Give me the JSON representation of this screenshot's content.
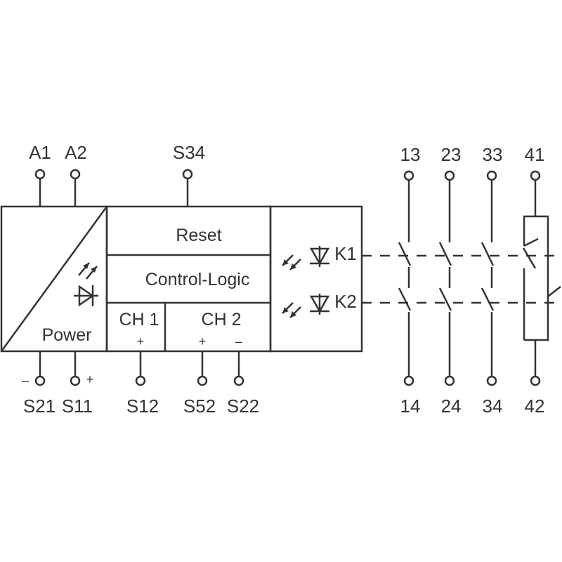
{
  "terminals": {
    "a1": "A1",
    "a2": "A2",
    "s34": "S34",
    "s21": "S21",
    "s11": "S11",
    "s12": "S12",
    "s52": "S52",
    "s22": "S22",
    "t13": "13",
    "t23": "23",
    "t33": "33",
    "t41": "41",
    "t14": "14",
    "t24": "24",
    "t34": "34",
    "t42": "42"
  },
  "blocks": {
    "power": "Power",
    "reset": "Reset",
    "control_logic": "Control-Logic",
    "ch1": "CH 1",
    "ch2": "CH 2"
  },
  "relays": {
    "k1": "K1",
    "k2": "K2"
  },
  "signs": {
    "s21": "–",
    "s11": "+",
    "ch1_plus": "+",
    "ch2_plus": "+",
    "ch2_minus": "–"
  },
  "colors": {
    "line": "#333333",
    "background": "#ffffff"
  }
}
